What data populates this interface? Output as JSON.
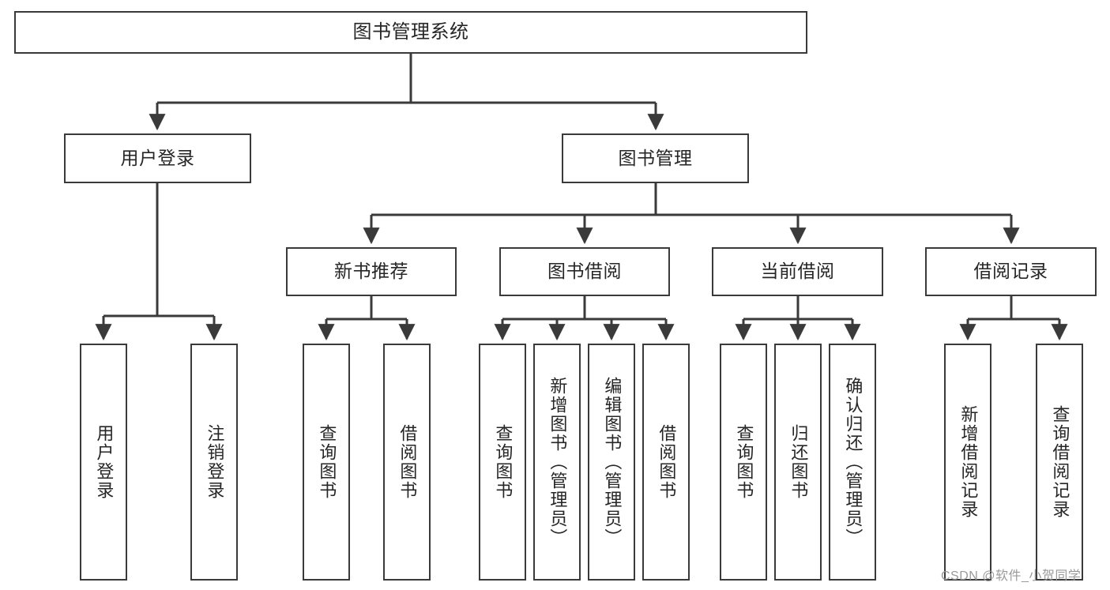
{
  "diagram": {
    "title": "图书管理系统",
    "type": "hierarchy-tree",
    "levels": 4,
    "root": {
      "label": "图书管理系统"
    },
    "level2": [
      {
        "label": "用户登录"
      },
      {
        "label": "图书管理"
      }
    ],
    "level3": [
      {
        "label": "新书推荐"
      },
      {
        "label": "图书借阅"
      },
      {
        "label": "当前借阅"
      },
      {
        "label": "借阅记录"
      }
    ],
    "leaves": {
      "user_login": [
        {
          "label": "用户登录"
        },
        {
          "label": "注销登录"
        }
      ],
      "new_book_recommend": [
        {
          "label": "查询图书"
        },
        {
          "label": "借阅图书"
        }
      ],
      "book_borrow": [
        {
          "label": "查询图书"
        },
        {
          "label": "新增图书（管理员）"
        },
        {
          "label": "编辑图书（管理员）"
        },
        {
          "label": "借阅图书"
        }
      ],
      "current_borrow": [
        {
          "label": "查询图书"
        },
        {
          "label": "归还图书"
        },
        {
          "label": "确认归还（管理员）"
        }
      ],
      "borrow_record": [
        {
          "label": "新增借阅记录"
        },
        {
          "label": "查询借阅记录"
        }
      ]
    }
  },
  "watermark": {
    "text": "CSDN @软件_小贺同学"
  },
  "colors": {
    "border": "#3a3a3a",
    "text": "#262626",
    "background": "#ffffff",
    "watermark": "#9a9a9a"
  }
}
